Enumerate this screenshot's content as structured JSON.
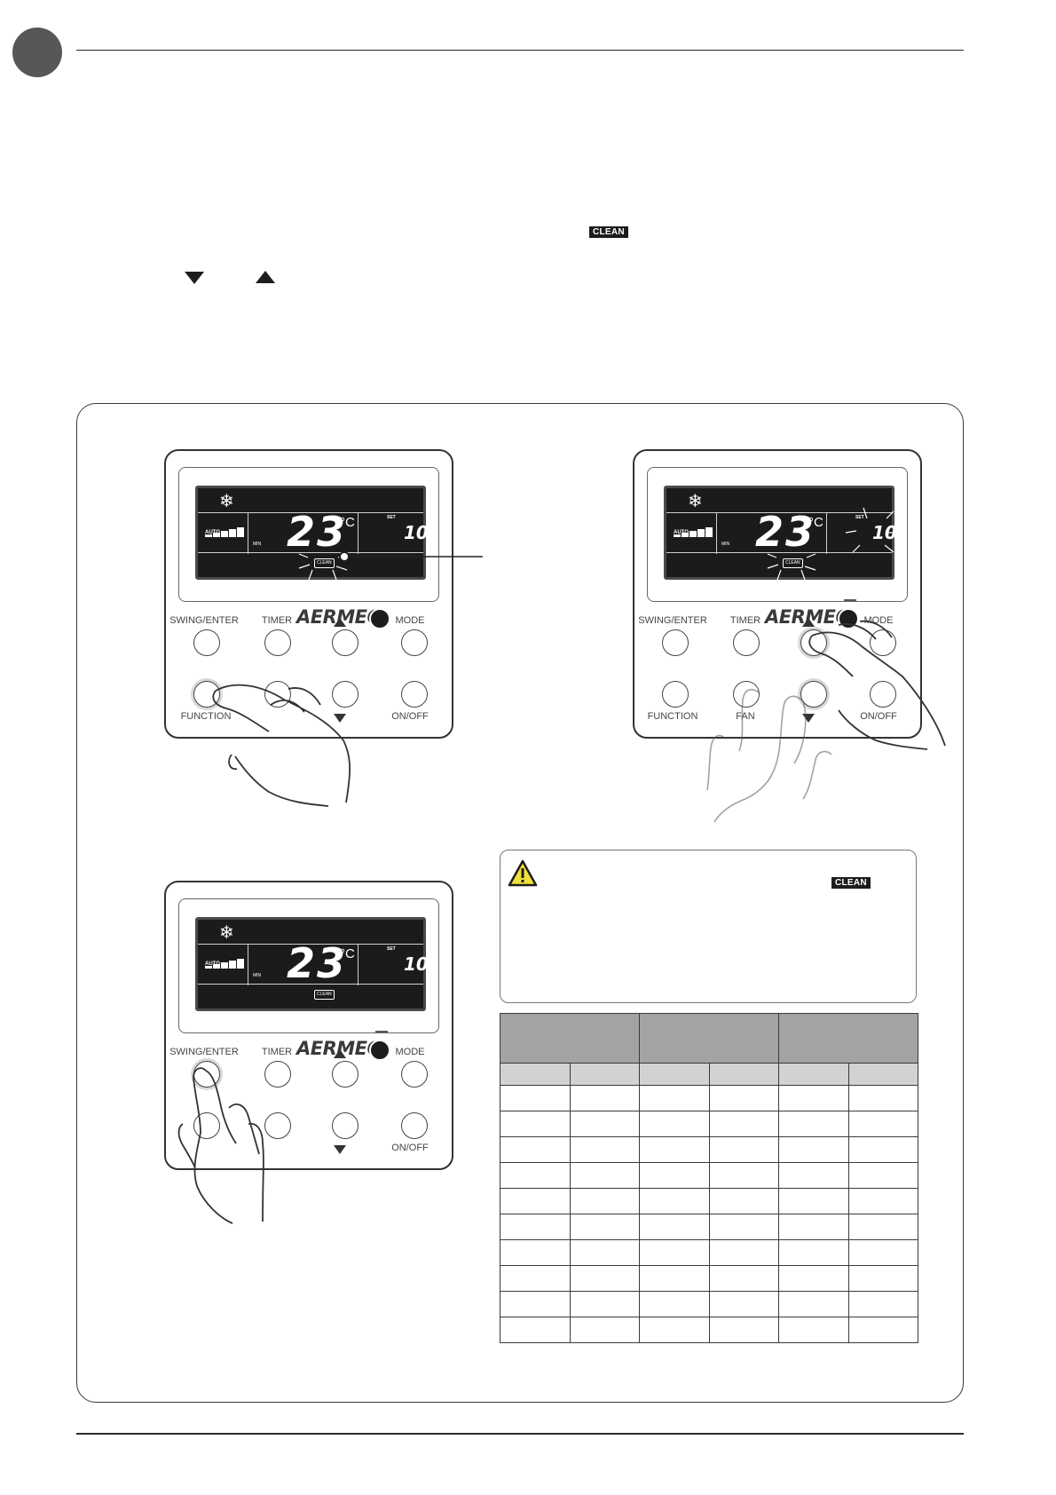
{
  "colors": {
    "chapter_marker": "#555759",
    "badge_bg": "#1d1d1b",
    "table_header": "#a3a3a3",
    "table_subheader": "#d2d2d2"
  },
  "inline_icons": {
    "clean_badge_text": "CLEAN",
    "down_arrow": "down-triangle-icon",
    "up_arrow": "up-triangle-icon"
  },
  "remote": {
    "brand": "AERMEC",
    "lcd": {
      "mode_icon": "snowflake-icon",
      "snowflake": "❄",
      "fan_label": "AUTO",
      "min_label": "MIN",
      "temperature": "23",
      "unit": "°C",
      "set_label": "SET",
      "set_value": "10",
      "clean_label": "CLEAN"
    },
    "buttons": {
      "swing_enter": "SWING/ENTER",
      "timer": "TIMER",
      "mode": "MODE",
      "function": "FUNCTION",
      "fan": "FAN",
      "on_off": "ON/OFF"
    }
  },
  "warning": {
    "icon": "warning-triangle-icon",
    "clean_badge_text": "CLEAN"
  },
  "table": {
    "header_columns": 3,
    "sub_columns": 6,
    "body_rows": 10
  }
}
